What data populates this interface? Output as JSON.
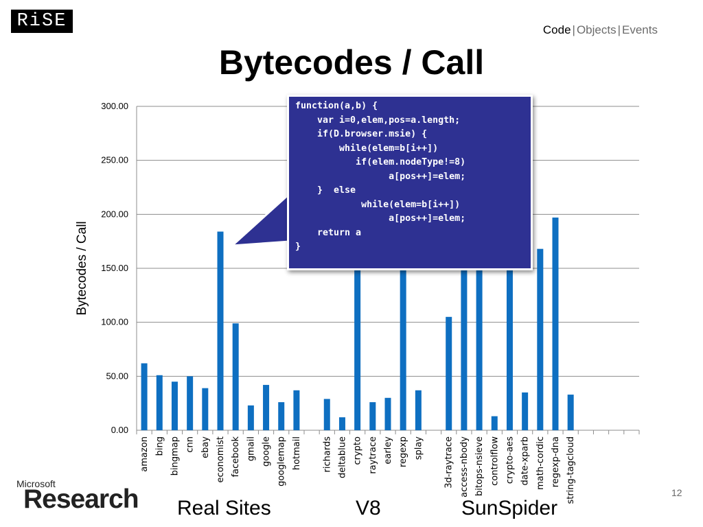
{
  "header": {
    "logo_text": "RiSE",
    "nav": [
      "Code",
      "Objects",
      "Events"
    ],
    "nav_active": "Code",
    "nav_separator": "|",
    "title": "Bytecodes / Call"
  },
  "footer": {
    "brand_small": "Microsoft",
    "brand_large": "Research",
    "page_number": "12"
  },
  "group_labels": [
    "Real Sites",
    "V8",
    "SunSpider"
  ],
  "colors": {
    "bar": "#0e6fc1",
    "callout_bg": "#2e3192",
    "callout_text": "#ffffff",
    "grid": "#8c8c8c"
  },
  "code_lines": [
    "function(a,b) {",
    "    var i=0,elem,pos=a.length;",
    "    if(D.browser.msie) {",
    "        while(elem=b[i++])",
    "           if(elem.nodeType!=8)",
    "                 a[pos++]=elem;",
    "    }  else",
    "            while(elem=b[i++])",
    "                 a[pos++]=elem;",
    "    return a",
    "}"
  ],
  "chart_data": {
    "type": "bar",
    "title": "",
    "ylabel": "Bytecodes / Call",
    "xlabel": "",
    "ylim": [
      0,
      300
    ],
    "yticks": [
      "0.00",
      "50.00",
      "100.00",
      "150.00",
      "200.00",
      "250.00",
      "300.00"
    ],
    "grid": true,
    "categories": [
      "amazon",
      "bing",
      "bingmap",
      "cnn",
      "ebay",
      "economist",
      "facebook",
      "gmail",
      "google",
      "googlemap",
      "hotmail",
      "",
      "richards",
      "deltablue",
      "crypto",
      "raytrace",
      "earley",
      "regexp",
      "splay",
      "",
      "3d-raytrace",
      "access-nbody",
      "bitops-nsieve",
      "controlflow",
      "crypto-aes",
      "date-xparb",
      "math-cordic",
      "regexp-dna",
      "string-tagcloud",
      "",
      "",
      "",
      ""
    ],
    "values": [
      62,
      51,
      45,
      50,
      39,
      184,
      99,
      23,
      42,
      26,
      37,
      null,
      29,
      12,
      155,
      26,
      30,
      155,
      37,
      null,
      105,
      150,
      150,
      13,
      150,
      35,
      168,
      197,
      33,
      null,
      null,
      null,
      null
    ]
  }
}
